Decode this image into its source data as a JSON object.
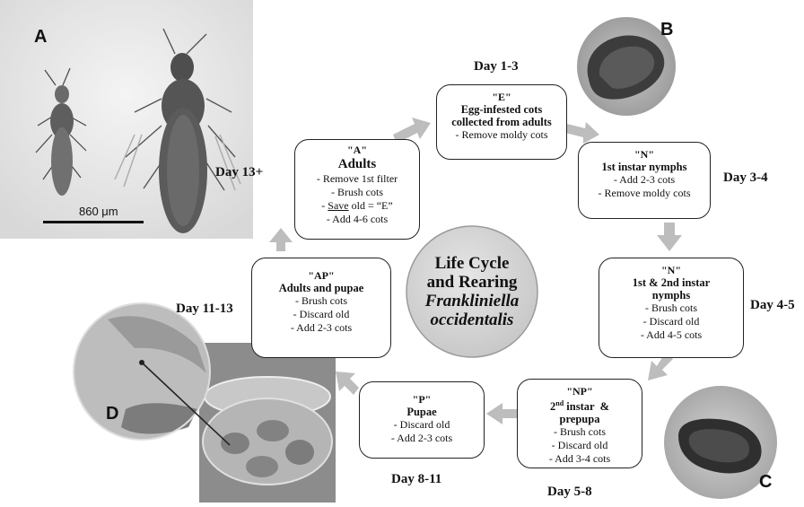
{
  "panels": {
    "a": "A",
    "b": "B",
    "c": "C",
    "d": "D"
  },
  "scale_bar": "860 μm",
  "center": {
    "line1": "Life Cycle",
    "line2": "and Rearing",
    "line3": "Frankliniella",
    "line4": "occidentalis"
  },
  "days": {
    "e": "Day 1-3",
    "n1": "Day 3-4",
    "n2": "Day 4-5",
    "np": "Day 5-8",
    "p": "Day 8-11",
    "ap": "Day 11-13",
    "a": "Day 13+"
  },
  "stages": {
    "e": {
      "code": "\"E\"",
      "title1": "Egg-infested cots",
      "title2": "collected from adults",
      "items": [
        "- Remove moldy cots"
      ]
    },
    "n1": {
      "code": "\"N\"",
      "title1": "1st instar nymphs",
      "items": [
        "- Add 2-3 cots",
        "- Remove moldy cots"
      ]
    },
    "n2": {
      "code": "\"N\"",
      "title1": "1st & 2nd instar",
      "title2": "nymphs",
      "items": [
        "- Brush cots",
        "- Discard old",
        "- Add 4-5 cots"
      ]
    },
    "np": {
      "code": "\"NP\"",
      "title1_pre": "2",
      "title1_sup": "nd",
      "title1_post": " instar  &",
      "title2": "prepupa",
      "items": [
        "- Brush cots",
        "- Discard old",
        "- Add 3-4 cots"
      ]
    },
    "p": {
      "code": "\"P\"",
      "title1": "Pupae",
      "items": [
        "- Discard old",
        "- Add 2-3 cots"
      ]
    },
    "ap": {
      "code": "\"AP\"",
      "title1": "Adults and pupae",
      "items": [
        "- Brush cots",
        "- Discard old",
        "- Add 2-3 cots"
      ]
    },
    "a": {
      "code": "\"A\"",
      "title1": "Adults",
      "items": [
        "- Remove 1st filter",
        "- Brush cots"
      ],
      "save_word": "Save",
      "save_rest": " old = “E”",
      "last_item": "- Add 4-6 cots"
    }
  }
}
